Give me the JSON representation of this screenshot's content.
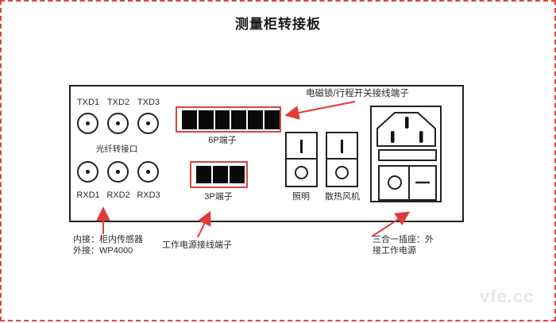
{
  "title": "测量柜转接板",
  "watermark": "vfe.cc",
  "panel": {
    "fiber": {
      "section_label": "光纤转接口",
      "tx": [
        "TXD1",
        "TXD2",
        "TXD3"
      ],
      "rx": [
        "RXD1",
        "RXD2",
        "RXD3"
      ]
    },
    "terminal6p": {
      "label": "6P端子",
      "pin_count": 6
    },
    "terminal3p": {
      "label": "3P端子",
      "pin_count": 3
    },
    "switch_light": {
      "label": "照明"
    },
    "switch_fan": {
      "label": "散热风机"
    }
  },
  "annotations": {
    "emlock_terminal": "电磁锁/行程开关接线端子",
    "fiber_internal": "内接：柜内传感器",
    "fiber_external": "外接：WP4000",
    "power_terminal": "工作电源接线端子",
    "socket_line1": "三合一插座：外",
    "socket_line2": "接工作电源"
  },
  "colors": {
    "accent_red": "#e03a3a",
    "terminal_border_red": "#cf4747",
    "line_black": "#222222",
    "watermark_gray": "#e7e7eb"
  }
}
